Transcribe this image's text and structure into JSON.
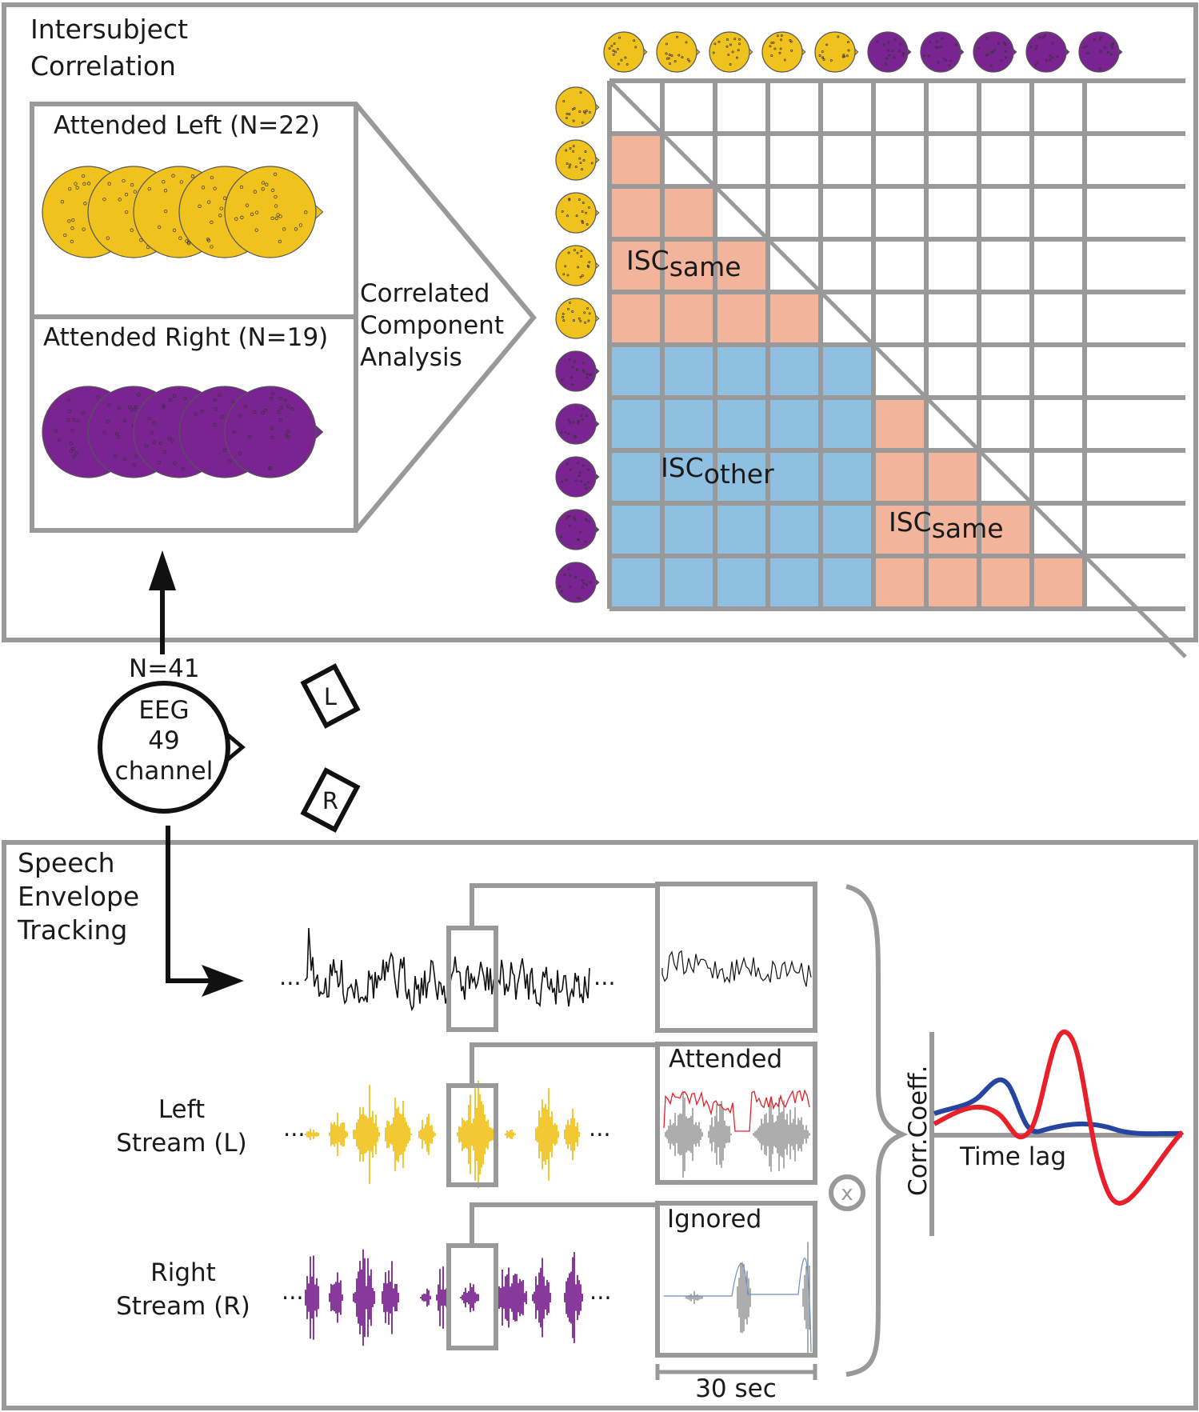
{
  "top_panel": {
    "title_line1": "Intersubject",
    "title_line2": "Correlation",
    "group_left_label": "Attended Left (N=22)",
    "group_right_label": "Attended Right (N=19)",
    "cca_line1": "Correlated",
    "cca_line2": "Component",
    "cca_line3": "Analysis",
    "isc_same_upper_main": "ISC",
    "isc_same_upper_sub": "same",
    "isc_other_main": "ISC",
    "isc_other_sub": "other",
    "isc_same_lower_main": "ISC",
    "isc_same_lower_sub": "same",
    "matrix_yellow_count": 5,
    "matrix_purple_count": 5
  },
  "middle": {
    "n_label": "N=41",
    "eeg_line1": "EEG",
    "eeg_line2": "49",
    "eeg_line3": "channel",
    "speaker_left": "L",
    "speaker_right": "R"
  },
  "bottom_panel": {
    "title_line1": "Speech",
    "title_line2": "Envelope",
    "title_line3": "Tracking",
    "left_stream_line1": "Left",
    "left_stream_line2": "Stream (L)",
    "right_stream_line1": "Right",
    "right_stream_line2": "Stream (R)",
    "attended_label": "Attended",
    "ignored_label": "Ignored",
    "time_scale_label": "30 sec",
    "ellipsis": "...",
    "multiply_symbol": "x",
    "corr_ylabel": "Corr.Coeff.",
    "corr_xlabel": "Time lag"
  },
  "colors": {
    "yellow": "#F0C21E",
    "purple": "#7A2491",
    "salmon": "#F2B49B",
    "blue": "#8FC0E2",
    "grid": "#999999",
    "red_curve": "#E8202A",
    "blue_curve": "#2545A0"
  }
}
